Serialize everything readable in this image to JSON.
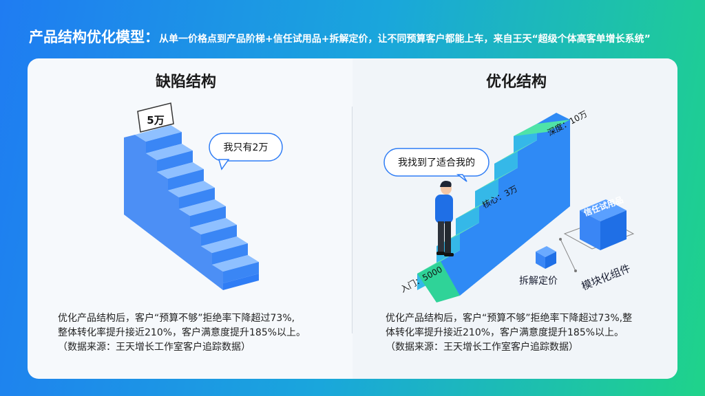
{
  "title": {
    "main": "产品结构优化模型：",
    "sub": "从单一价格点到产品阶梯+信任试用品+拆解定价，让不同预算客户都能上车，来自王天“超级个体高客单增长系统”"
  },
  "left": {
    "heading": "缺陷结构",
    "price_tag": "5万",
    "bubble": "我只有2万",
    "desc": [
      "优化产品结构后，客户“预算不够”拒绝率下降超过73%,",
      "整体转化率提升接近210%，客户满意度提升185%以上。",
      "（数据来源：王天增长工作室客户追踪数据）"
    ]
  },
  "right": {
    "heading": "优化结构",
    "bubble": "我找到了适合我的",
    "step_entry": "入门：5000",
    "step_core": "核心：3万",
    "step_deep": "深度：10万",
    "trial": "信任试用品",
    "split": "拆解定价",
    "modular": "模块化组件",
    "desc": [
      "优化产品结构后，客户“预算不够”拒绝率下降超过73%,整",
      "体转化率提升接近210%，客户满意度提升185%以上。",
      "（数据来源：王天增长工作室客户追踪数据）"
    ]
  },
  "colors": {
    "blue": "#2f7df5",
    "green": "#3ee0a0"
  }
}
